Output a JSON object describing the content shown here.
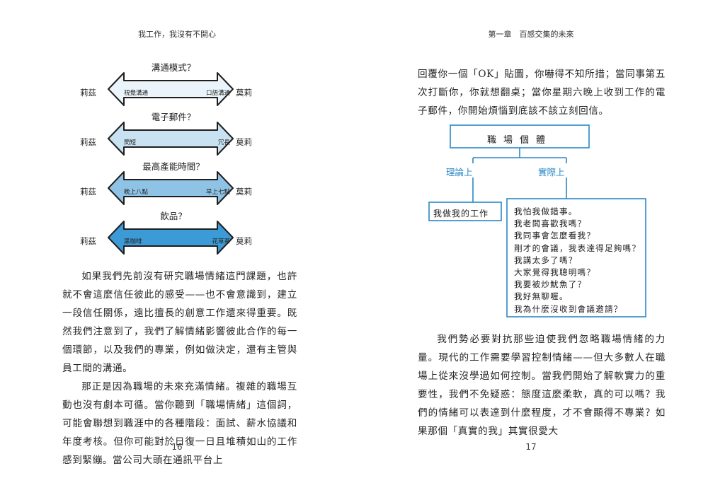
{
  "left_page": {
    "running_head": "我工作，我沒有不開心",
    "page_number": "16",
    "figure": {
      "rows": [
        {
          "title": "溝通模式？",
          "left_side": "莉茲",
          "right_side": "莫莉",
          "left_end": "視覺溝通",
          "right_end": "口語溝通",
          "color": "#eaf4fa"
        },
        {
          "title": "電子郵件？",
          "left_side": "莉茲",
          "right_side": "莫莉",
          "left_end": "簡短",
          "right_end": "冗長",
          "color": "#c9e2f2"
        },
        {
          "title": "最高產能時間？",
          "left_side": "莉茲",
          "right_side": "莫莉",
          "left_end": "晚上八點",
          "right_end": "早上七點",
          "color": "#8fc3e6"
        },
        {
          "title": "飲品？",
          "left_side": "莉茲",
          "right_side": "莫莉",
          "left_end": "黑咖啡",
          "right_end": "花草茶",
          "color": "#3c9bd6"
        }
      ]
    },
    "paragraphs": [
      "如果我們先前沒有研究職場情緒這門課題，也許就不會這麼信任彼此的感受——也不會意識到，建立一段信任關係，遠比擅長的創意工作還來得重要。既然我們注意到了，我們了解情緒影響彼此合作的每一個環節，以及我們的專業，例如做決定，還有主管與員工間的溝通。",
      "那正是因為職場的未來充滿情緒。複雜的職場互動也沒有劇本可循。當你聽到「職場情緒」這個詞，可能會聯想到職涯中的各種階段：面試、薪水協議和年度考核。但你可能對於日復一日且堆積如山的工作感到緊繃。當公司大頭在通訊平台上"
    ]
  },
  "right_page": {
    "running_head": "第一章　百感交集的未來",
    "page_number": "17",
    "top_paragraph": "回覆你一個「OK」貼圖，你嚇得不知所措；當同事第五次打斷你，你就想翻桌；當你星期六晚上收到工作的電子郵件，你開始煩惱到底該不該立刻回信。",
    "diagram": {
      "title": "職場個體",
      "branch_theory": "理論上",
      "branch_practice": "實際上",
      "theory_box": "我做我的工作",
      "practice_lines": [
        "我怕我做錯事。",
        "我老闆喜歡我嗎？",
        "我同事會怎麼看我？",
        "剛才的會議，我表達得足夠嗎？",
        "我講太多了嗎？",
        "大家覺得我聰明嗎？",
        "我要被炒魷魚了？",
        "我好無聊喔。",
        "我為什麼沒收到會議邀請？"
      ],
      "accent_color": "#2a88c7"
    },
    "bottom_paragraph": "我們勢必要對抗那些迫使我們忽略職場情緒的力量。現代的工作需要學習控制情緒——但大多數人在職場上從來沒學過如何控制。當我們開始了解軟實力的重要性，我們不免疑惑：態度這麼柔軟，真的可以嗎？我們的情緒可以表達到什麼程度，才不會顯得不專業？如果那個「真實的我」其實很愛大"
  }
}
